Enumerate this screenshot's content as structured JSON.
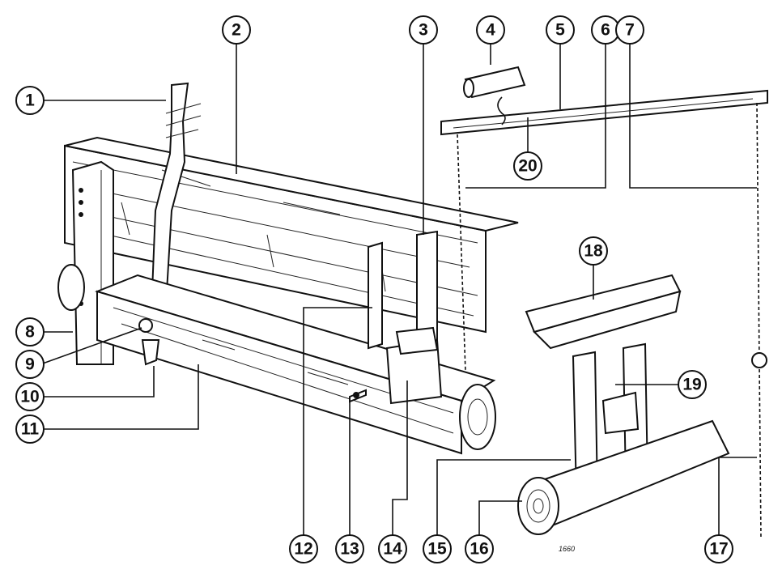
{
  "diagram": {
    "callouts": [
      "1",
      "2",
      "3",
      "4",
      "5",
      "6",
      "7",
      "8",
      "9",
      "10",
      "11",
      "12",
      "13",
      "14",
      "15",
      "16",
      "17",
      "18",
      "19",
      "20"
    ],
    "signature": "1660"
  }
}
